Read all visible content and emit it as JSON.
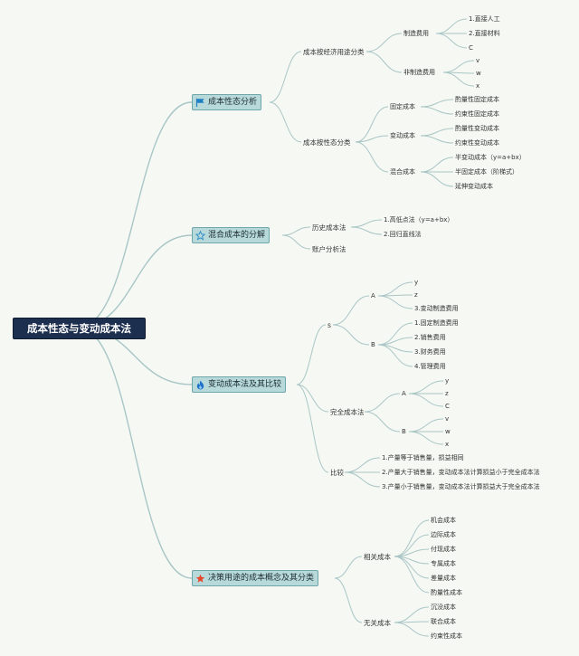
{
  "root": "成本性态与变动成本法",
  "branches": [
    {
      "label": "成本性态分析",
      "icon": "flag-icon",
      "children": [
        {
          "label": "成本按经济用途分类",
          "children": [
            {
              "label": "制造费用",
              "children": [
                "1.直接人工",
                "2.直接材料",
                "C"
              ]
            },
            {
              "label": "非制造费用",
              "children": [
                "v",
                "w",
                "x"
              ]
            }
          ]
        },
        {
          "label": "成本按性态分类",
          "children": [
            {
              "label": "固定成本",
              "children": [
                "酌量性固定成本",
                "约束性固定成本"
              ]
            },
            {
              "label": "变动成本",
              "children": [
                "酌量性变动成本",
                "约束性变动成本"
              ]
            },
            {
              "label": "混合成本",
              "children": [
                "半变动成本（y=a+bx）",
                "半固定成本（阶梯式）",
                "延伸变动成本"
              ]
            }
          ]
        }
      ]
    },
    {
      "label": "混合成本的分解",
      "icon": "star-outline-icon",
      "children": [
        {
          "label": "历史成本法",
          "children": [
            "1.高低点法（y=a+bx）",
            "2.回归直线法"
          ]
        },
        {
          "label": "账户分析法",
          "children": []
        }
      ]
    },
    {
      "label": "变动成本法及其比较",
      "icon": "fire-icon",
      "children": [
        {
          "label": "s",
          "children": [
            {
              "label": "A",
              "children": [
                "y",
                "z",
                "3.变动制造费用"
              ]
            },
            {
              "label": "B",
              "children": [
                "1.固定制造费用",
                "2.销售费用",
                "3.财务费用",
                "4.管理费用"
              ]
            }
          ]
        },
        {
          "label": "完全成本法",
          "children": [
            {
              "label": "A",
              "children": [
                "y",
                "z",
                "C"
              ]
            },
            {
              "label": "B",
              "children": [
                "v",
                "w",
                "x"
              ]
            }
          ]
        },
        {
          "label": "比较",
          "children": [
            "1.产量等于销售量，损益相同",
            "2.产量大于销售量，变动成本法计算损益小于完全成本法",
            "3.产量小于销售量，变动成本法计算损益大于完全成本法"
          ]
        }
      ]
    },
    {
      "label": "决策用途的成本概念及其分类",
      "icon": "star-filled-icon",
      "children": [
        {
          "label": "相关成本",
          "children": [
            "机会成本",
            "边际成本",
            "付现成本",
            "专属成本",
            "差量成本",
            "酌量性成本"
          ]
        },
        {
          "label": "无关成本",
          "children": [
            "沉没成本",
            "联合成本",
            "约束性成本"
          ]
        }
      ]
    }
  ],
  "colors": {
    "root_bg": "#1c2f4f",
    "branch_bg": "#b7d9da",
    "branch_border": "#6fa6aa",
    "line": "#a9c6c6",
    "flag": "#1e7fc4",
    "star_outline": "#2a8ac6",
    "fire": "#1e73c8",
    "star_filled": "#e8472a"
  }
}
